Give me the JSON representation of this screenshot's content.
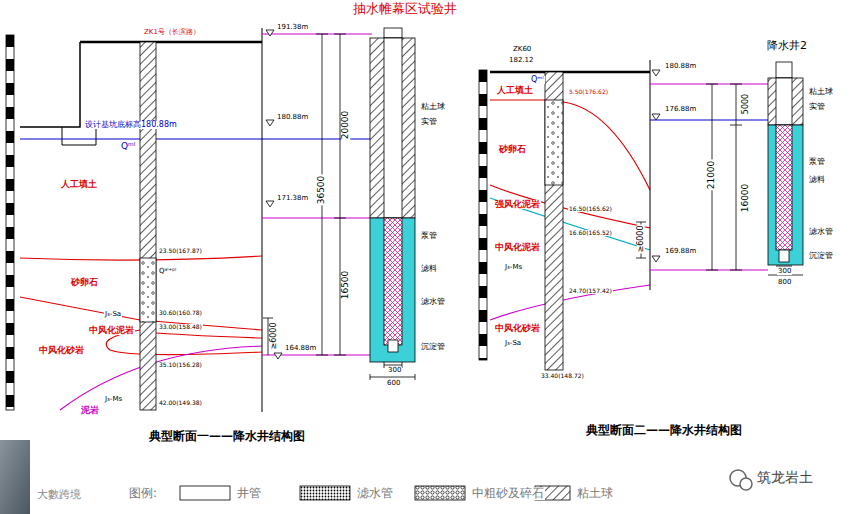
{
  "diagram": {
    "labels": [
      "抽水帷幕区试验井",
      "ZK1号（长滨路）",
      "191.38m",
      "设计基坑底标高180.88m",
      "Qᵐˡ",
      "180.88m",
      "171.38m",
      "164.88m",
      "人工填土",
      "砂卵石",
      "中风化砂岩",
      "泥岩",
      "中风化泥岩",
      "J₃-Sa",
      "J₃-Ms",
      "Qᵃˡ⁺ᵖˡ",
      "23.50(167.87)",
      "30.60(160.78)",
      "33.00(158.48)",
      "35.10(156.28)",
      "42.00(149.38)",
      "20000",
      "36500",
      "16500",
      "≥6000",
      "600",
      "300",
      "粘土球",
      "实管",
      "泵管",
      "滤料",
      "滤水管",
      "沉淀管",
      "典型断面一——降水井结构图",
      "ZK60",
      "182.12",
      "降水井2",
      "180.88m",
      "176.88m",
      "169.88m",
      "Qᵐˡ",
      "人工填土",
      "砂卵石",
      "强风化泥岩",
      "中风化泥岩",
      "中风化砂岩",
      "J₃-Ms",
      "J₃-Sa",
      "5.50(176.62)",
      "16.50(165.62)",
      "16.60(165.52)",
      "24.70(157.42)",
      "33.40(148.72)",
      "≥6000",
      "5000",
      "21000",
      "16000",
      "300",
      "800",
      "粘土球",
      "实管",
      "泵管",
      "滤料",
      "滤水管",
      "沉淀管",
      "典型断面二——降水井结构图",
      "图例:",
      "筑龙岩土",
      "大數跨境"
    ],
    "legend": [
      {
        "text": "井管"
      },
      {
        "text": "滤水管"
      },
      {
        "text": "中粗砂及碎石"
      },
      {
        "text": "粘土球"
      }
    ]
  }
}
